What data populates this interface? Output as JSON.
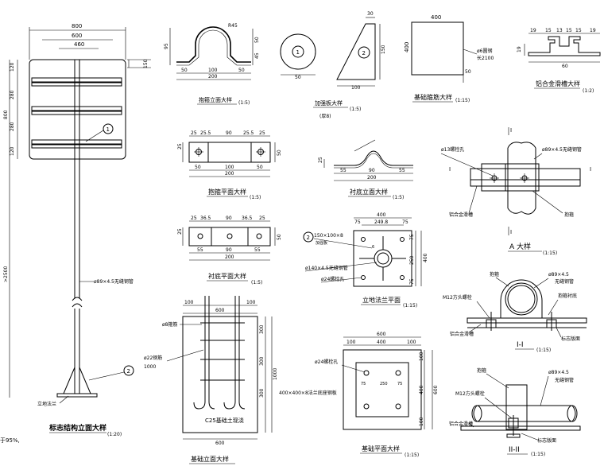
{
  "main": {
    "dims": {
      "w800": "800",
      "w600": "600",
      "w460": "460",
      "h120a": "120",
      "h280a": "280",
      "h280b": "280",
      "h120b": "120",
      "h800": "800",
      "h150": "150",
      "h2500": ">2500"
    },
    "label_1": "1",
    "label_2": "2",
    "pipe_note": "ø89×4.5无缝钢管",
    "flange_label": "立地法兰",
    "caption": "标志结构立面大样",
    "scale": "(1:20)",
    "side_note": "于95%,"
  },
  "hoop": {
    "r": "R45",
    "d_left": "50",
    "d_right": "50",
    "h95": "95",
    "h45": "45",
    "b50a": "50",
    "b100": "100",
    "b50b": "50",
    "b200": "200",
    "caption": "抱箍立面大样",
    "scale": "(1:5)"
  },
  "plate_circle": {
    "label": "1",
    "dim": "50"
  },
  "gusset": {
    "top": "30",
    "side": "150",
    "bottom": "100",
    "label": "2",
    "caption": "加强板大样",
    "scale": "(1:5)",
    "thickness": "(厚8)"
  },
  "base_plate_big": {
    "top": "400",
    "side": "400",
    "rebar": "ø6圆钢",
    "length": "长2100",
    "d50": "50",
    "caption": "基础箍筋大样",
    "scale": "(1:15)"
  },
  "al_channel": {
    "dims": [
      "19",
      "15",
      "13",
      "15",
      "15",
      "19"
    ],
    "side": "19",
    "bottom": "60",
    "caption": "铝合金滑槽大样",
    "scale": "(1:2)"
  },
  "hoop_plan": {
    "dims": [
      "25",
      "25.5",
      "90",
      "25.5",
      "25"
    ],
    "b50a": "50",
    "b100": "100",
    "b50b": "50",
    "b200": "200",
    "side_a": "25",
    "side_b": "50",
    "caption": "抱箍平面大样",
    "scale": "(1:5)"
  },
  "liner_elev": {
    "h25": "25",
    "dims": [
      "55",
      "90",
      "55"
    ],
    "total": "200",
    "caption": "衬底立面大样",
    "scale": "(1:5)"
  },
  "liner_plan": {
    "dims": [
      "25",
      "36.5",
      "90",
      "36.5",
      "25"
    ],
    "b55a": "55",
    "b90": "90",
    "b55b": "55",
    "b200": "200",
    "side_a": "25",
    "side_b": "50",
    "caption": "衬底平面大样",
    "scale": "(1:5)"
  },
  "flange_plan": {
    "top": "400",
    "inner": "249.8",
    "d75a": "75",
    "d75b": "75",
    "d75c": "75",
    "d75d": "75",
    "side250": "250",
    "side400": "400",
    "d6": "6",
    "label_2": "2",
    "plate": "150×100×8",
    "plate_sub": "加强板",
    "pipe": "ø140×4.5无缝钢管",
    "bolt": "ø24螺栓孔",
    "caption": "立地法兰平面",
    "scale": "(1:15)"
  },
  "detail_a": {
    "marker_top": "I",
    "marker_bottom": "I",
    "marker_left": "I",
    "marker_right": "I",
    "bolt": "ø13螺栓孔",
    "pipe": "ø89×4.5无缝钢管",
    "rail": "铝合金滑槽",
    "hoop": "抱箍",
    "caption": "A 大样",
    "scale": "(1:15)"
  },
  "section_1": {
    "hoop": "抱箍",
    "pipe": "ø89×4.5",
    "pipe2": "无缝钢管",
    "bolt": "M12方头螺栓",
    "liner": "抱箍衬底",
    "rail": "铝合金滑槽",
    "panel": "标志版面",
    "caption": "I-I",
    "scale": "(1:15)"
  },
  "foundation_elev": {
    "d100a": "100",
    "d100b": "100",
    "d600top": "600",
    "hoop": "ø8箍筋",
    "rebar": "ø22钢筋",
    "rebar_len": "1000",
    "d300a": "300",
    "d300b": "300",
    "d300c": "300",
    "d1000": "1000",
    "concrete": "C25基础土现浇",
    "bottom": "600",
    "caption": "基础立面大样"
  },
  "foundation_plan": {
    "top": "600",
    "d100a": "100",
    "d400": "400",
    "d100b": "100",
    "bolt": "ø24螺栓孔",
    "d75a": "75",
    "d250": "250",
    "d75b": "75",
    "side_note": "400×400×8法兰底座钢板",
    "s100a": "100",
    "s400": "400",
    "s100b": "100",
    "s600": "600",
    "caption": "基础平面大样",
    "scale": "(1:15)"
  },
  "section_2": {
    "hoop": "抱箍",
    "pipe": "ø89×4.5",
    "pipe2": "无缝钢管",
    "bolt": "M12方头螺栓",
    "rail": "铝合金滑槽",
    "panel": "标志版面",
    "caption": "II-II",
    "scale": "(1:15)"
  }
}
